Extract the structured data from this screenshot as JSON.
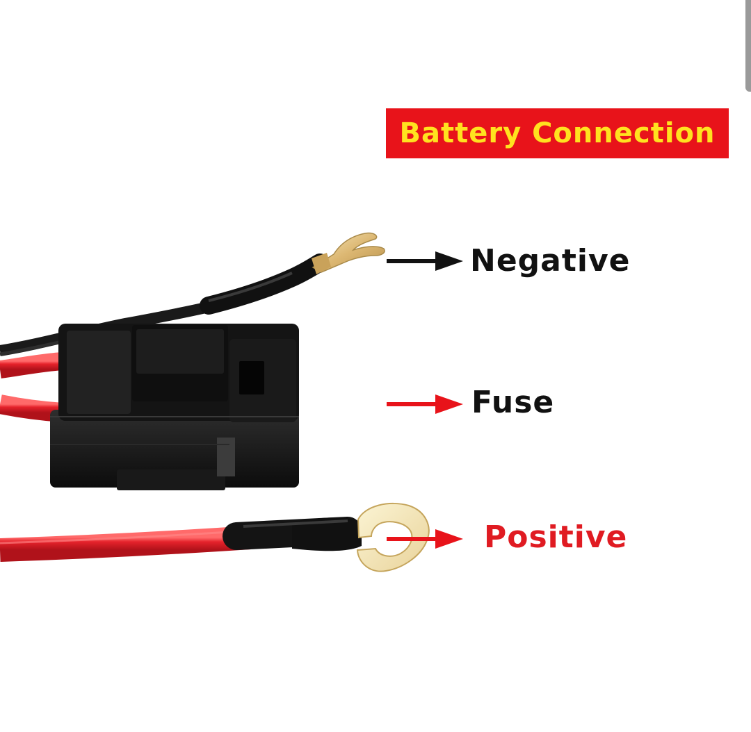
{
  "title": "Battery Connection",
  "labels": {
    "negative": "Negative",
    "fuse": "Fuse",
    "positive": "Positive"
  },
  "colors": {
    "banner": "#e8131a",
    "banner_text": "#ffe21f",
    "negative_text": "#111111",
    "fuse_text": "#111111",
    "positive_text": "#e01b22",
    "negative_arrow": "#111111",
    "fuse_arrow": "#e8131a",
    "positive_arrow": "#e8131a",
    "red_wire": "#e5222b",
    "black_wire": "#1a1a1a",
    "terminal_gold": "#e8c98a"
  }
}
